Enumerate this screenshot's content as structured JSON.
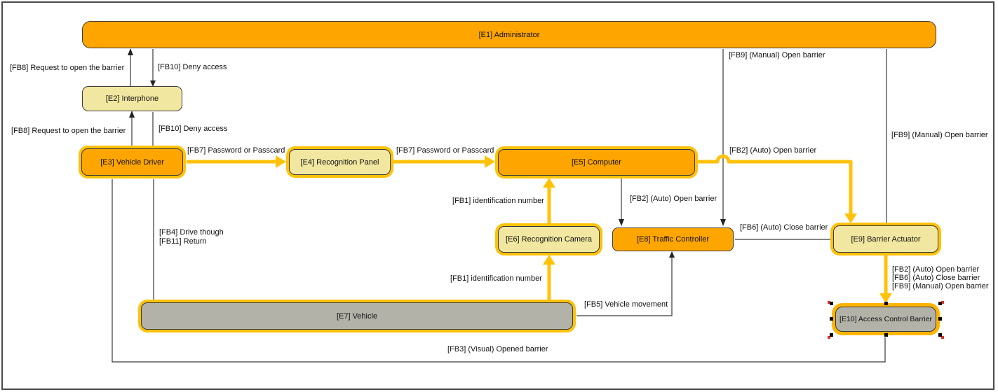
{
  "nodes": {
    "e1": "[E1] Administrator",
    "e2": "[E2] Interphone",
    "e3": "[E3] Vehicle Driver",
    "e4": "[E4] Recognition Panel",
    "e5": "[E5] Computer",
    "e6": "[E6] Recognition Camera",
    "e7": "[E7] Vehicle",
    "e8": "[E8] Traffic Controller",
    "e9": "[E9] Barrier Actuator",
    "e10": "[E10] Access Control Barrier"
  },
  "edge_labels": {
    "fb8_top": "[FB8] Request to open the barrier",
    "fb10_top": "[FB10] Deny access",
    "fb8_bottom": "[FB8] Request to open the barrier",
    "fb10_bottom": "[FB10] Deny access",
    "fb7_a": "[FB7] Password or Passcard",
    "fb7_b": "[FB7] Password or Passcard",
    "fb1_a": "[FB1] identification number",
    "fb1_b": "[FB1] identification number",
    "fb2_a": "[FB2] (Auto) Open barrier",
    "fb2_b": "[FB2] (Auto) Open barrier",
    "fb2_c": "[FB2] (Auto) Open barrier",
    "fb6_a": "[FB6] (Auto) Close barrier",
    "fb6_b": "[FB6] (Auto) Close barrier",
    "fb9_a": "[FB9] (Manual) Open barrier",
    "fb9_b": "[FB9] (Manual) Open barrier",
    "fb9_c": "[FB9] (Manual) Open barrier",
    "fb4": "[FB4] Drive though",
    "fb11": "[FB11] Return",
    "fb5": "[FB5] Vehicle movement",
    "fb3": "[FB3] (Visual) Opened barrier"
  },
  "edges": [
    {
      "from": "E2",
      "to": "E1",
      "label": "[FB8] Request to open the barrier"
    },
    {
      "from": "E1",
      "to": "E2",
      "label": "[FB10] Deny access"
    },
    {
      "from": "E3",
      "to": "E2",
      "label": "[FB8] Request to open the barrier"
    },
    {
      "from": "E2",
      "to": "E3",
      "label": "[FB10] Deny access"
    },
    {
      "from": "E3",
      "to": "E4",
      "label": "[FB7] Password or Passcard"
    },
    {
      "from": "E4",
      "to": "E5",
      "label": "[FB7] Password or Passcard"
    },
    {
      "from": "E6",
      "to": "E5",
      "label": "[FB1] identification number"
    },
    {
      "from": "E7",
      "to": "E6",
      "label": "[FB1] identification number"
    },
    {
      "from": "E5",
      "to": "E8",
      "label": "[FB2] (Auto) Open barrier"
    },
    {
      "from": "E1",
      "to": "E8",
      "label": "[FB9] (Manual) Open barrier"
    },
    {
      "from": "E5",
      "to": "E9",
      "label": "[FB2] (Auto) Open barrier"
    },
    {
      "from": "E1",
      "to": "E9",
      "label": "[FB9] (Manual) Open barrier"
    },
    {
      "from": "E8",
      "to": "E9",
      "label": "[FB6] (Auto) Close barrier"
    },
    {
      "from": "E3",
      "to": "E7",
      "label": "[FB4] Drive though / [FB11] Return"
    },
    {
      "from": "E7",
      "to": "E8",
      "label": "[FB5] Vehicle movement"
    },
    {
      "from": "E9",
      "to": "E10",
      "label": "[FB2] (Auto) Open barrier / [FB6] (Auto) Close barrier / [FB9] (Manual) Open barrier"
    },
    {
      "from": "E10",
      "to": "E3",
      "label": "[FB3] (Visual) Opened barrier"
    }
  ],
  "colors": {
    "node_orange": "#FFA500",
    "node_khaki": "#F2E7A0",
    "node_gray": "#B2B2A9",
    "highlight_ring": "#FFC20A",
    "selection_ring": "#FFB400",
    "wire_black": "#3a3a3a",
    "wire_yellow": "#FFC20A",
    "frame_border": "#4a4a4a",
    "selection_handle": "#000000",
    "selection_corner_mark": "#e03020"
  }
}
